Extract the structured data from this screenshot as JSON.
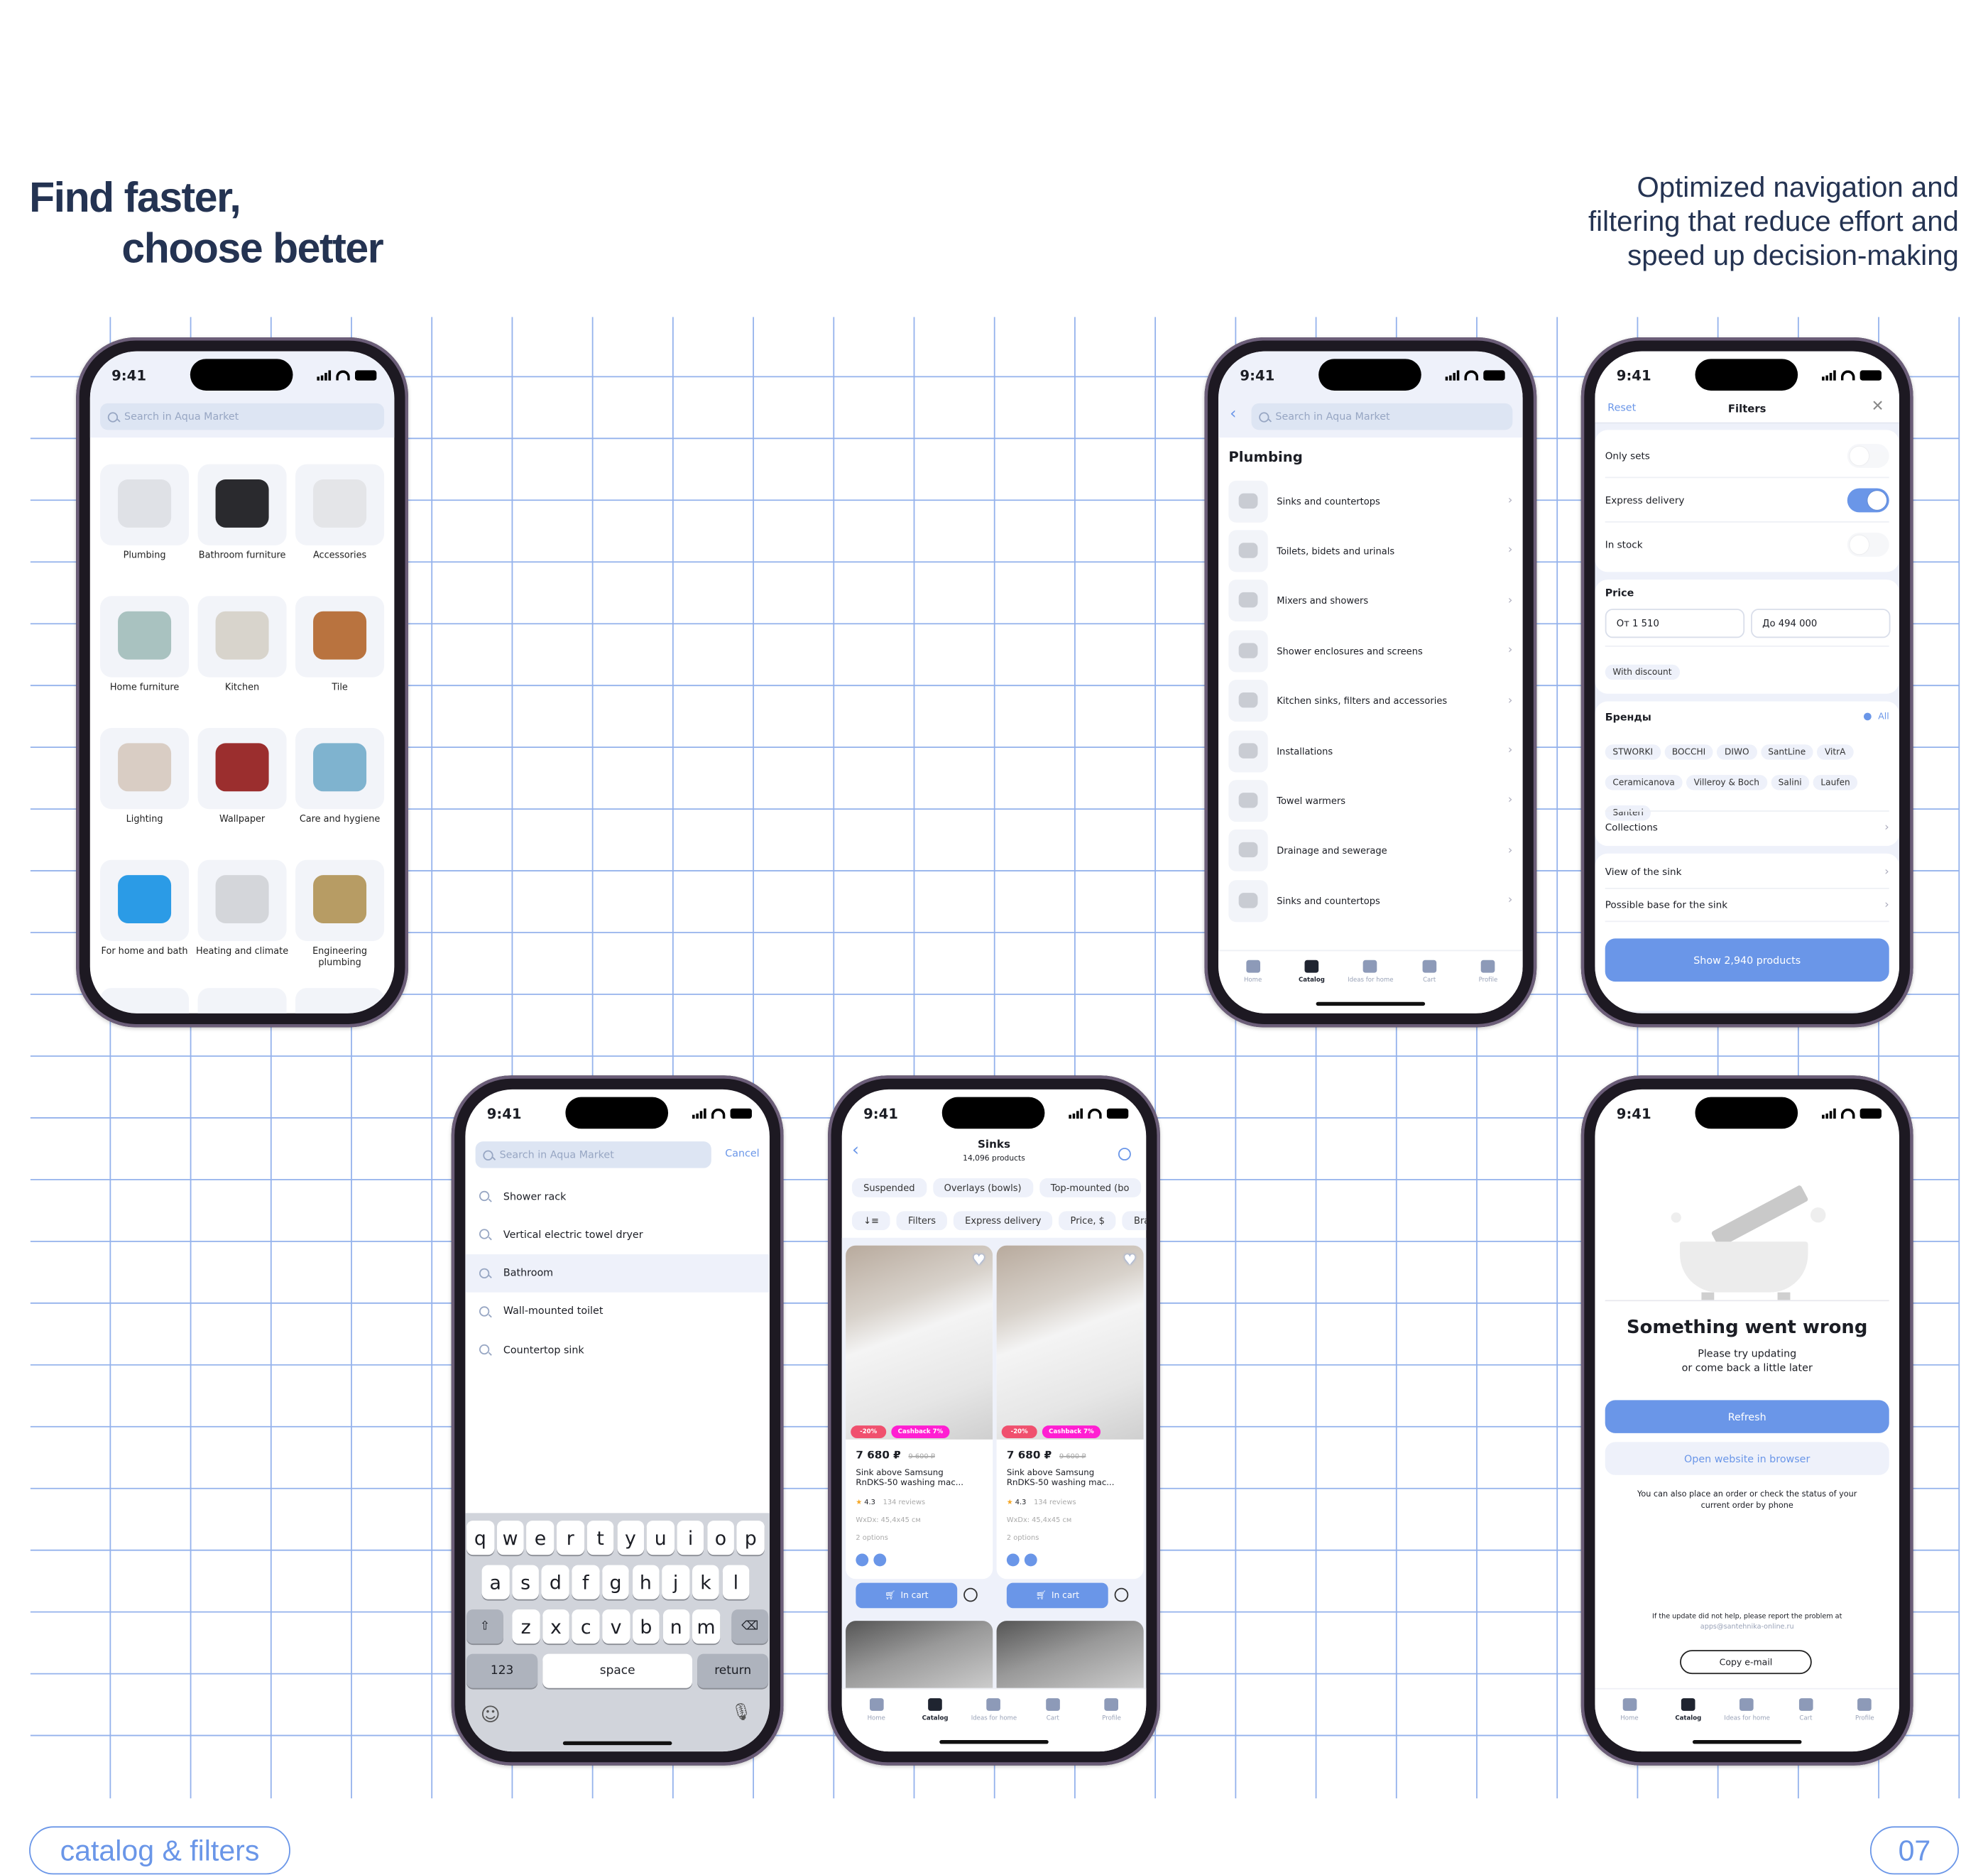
{
  "header": {
    "title_line1": "Find faster,",
    "title_line2": "choose better",
    "tagline": [
      "Optimized navigation and",
      "filtering that reduce effort and",
      "speed up decision-making"
    ]
  },
  "footer": {
    "section_label": "catalog & filters",
    "page_number": "07"
  },
  "colors": {
    "accent": "#6a96e8",
    "heading": "#243352",
    "grid": "#94b2ec",
    "discount": "#f0506e",
    "cashback": "#ff1fd2"
  },
  "status_bar": {
    "time": "9:41"
  },
  "tab_bar": {
    "items": [
      {
        "label": "Home",
        "icon": "home-icon"
      },
      {
        "label": "Catalog",
        "icon": "catalog-icon",
        "active": true
      },
      {
        "label": "Ideas for home",
        "icon": "ideas-icon"
      },
      {
        "label": "Cart",
        "icon": "cart-icon"
      },
      {
        "label": "Profile",
        "icon": "profile-icon"
      }
    ]
  },
  "catalog_screen": {
    "search_placeholder": "Search in Aqua Market",
    "categories": [
      {
        "label": "Plumbing",
        "color": "#dfe1e6"
      },
      {
        "label": "Bathroom furniture",
        "color": "#2a2a2e"
      },
      {
        "label": "Accessories",
        "color": "#e4e5e8"
      },
      {
        "label": "Home furniture",
        "color": "#a9c2c0"
      },
      {
        "label": "Kitchen",
        "color": "#d8d4cc"
      },
      {
        "label": "Tile",
        "color": "#b9733f"
      },
      {
        "label": "Lighting",
        "color": "#d9cdc4"
      },
      {
        "label": "Wallpaper",
        "color": "#9b2e2e"
      },
      {
        "label": "Care and hygiene",
        "color": "#7fb3cf"
      },
      {
        "label": "For home and bath",
        "color": "#2b9be6"
      },
      {
        "label": "Heating and climate",
        "color": "#d4d6da"
      },
      {
        "label": "Engineering plumbing",
        "color": "#b79c64"
      }
    ]
  },
  "plumbing_screen": {
    "search_placeholder": "Search in Aqua Market",
    "title": "Plumbing",
    "items": [
      "Sinks and countertops",
      "Toilets, bidets and urinals",
      "Mixers and showers",
      "Shower enclosures and screens",
      "Kitchen sinks, filters and accessories",
      "Installations",
      "Towel warmers",
      "Drainage and sewerage",
      "Sinks and countertops"
    ]
  },
  "filters_screen": {
    "reset": "Reset",
    "title": "Filters",
    "toggles": [
      {
        "label": "Only sets",
        "on": false,
        "locked": true
      },
      {
        "label": "Express delivery",
        "on": true,
        "locked": false
      },
      {
        "label": "In stock",
        "on": false,
        "locked": true
      }
    ],
    "price_label": "Price",
    "price_from": "От 1 510",
    "price_to": "До 494 000",
    "discount_chip": "With discount",
    "brands_label": "Бренды",
    "brands_all": "All",
    "brands": [
      "STWORKI",
      "BOCCHI",
      "DIWO",
      "SantLine",
      "VitrA",
      "Ceramicanova",
      "Villeroy & Boch",
      "Salini",
      "Laufen",
      "Santeri"
    ],
    "collections": "Collections",
    "view_of_sink": "View of the sink",
    "possible_base": "Possible base for the sink",
    "show_button": "Show 2,940 products"
  },
  "search_screen": {
    "search_placeholder": "Search in Aqua Market",
    "cancel": "Cancel",
    "suggestions": [
      "Shower rack",
      "Vertical electric towel dryer",
      "Bathroom",
      "Wall-mounted toilet",
      "Countertop sink"
    ],
    "highlighted": "Bathroom",
    "keyboard": {
      "row1": [
        "q",
        "w",
        "e",
        "r",
        "t",
        "y",
        "u",
        "i",
        "o",
        "p"
      ],
      "row2": [
        "a",
        "s",
        "d",
        "f",
        "g",
        "h",
        "j",
        "k",
        "l"
      ],
      "row3": [
        "z",
        "x",
        "c",
        "v",
        "b",
        "n",
        "m"
      ],
      "numbers": "123",
      "space": "space",
      "return": "return"
    }
  },
  "sinks_screen": {
    "title": "Sinks",
    "count": "14,096 products",
    "type_chips": [
      "Suspended",
      "Overlays (bowls)",
      "Top-mounted (bo"
    ],
    "filter_chips": [
      "Filters",
      "Express delivery",
      "Price, $",
      "Bran"
    ],
    "products": [
      {
        "price": "7 680 ₽",
        "old_price": "9 600 ₽",
        "title_line1": "Sink above Samsung",
        "title_line2": "RnDKS-50 washing mac...",
        "rating": "4.3",
        "reviews": "134 reviews",
        "size": "WxDx: 45,4x45 см",
        "options": "2 options",
        "discount": "-20%",
        "cashback": "Cashback 7%",
        "button": "In cart"
      },
      {
        "price": "7 680 ₽",
        "old_price": "9 600 ₽",
        "title_line1": "Sink above Samsung",
        "title_line2": "RnDKS-50 washing mac...",
        "rating": "4.3",
        "reviews": "134 reviews",
        "size": "WxDx: 45,4x45 см",
        "options": "2 options",
        "discount": "-20%",
        "cashback": "Cashback 7%",
        "button": "In cart"
      }
    ]
  },
  "error_screen": {
    "title": "Something went wrong",
    "subtitle_line1": "Please try updating",
    "subtitle_line2": "or come back a little later",
    "refresh": "Refresh",
    "open_website": "Open website in browser",
    "phone_note_line1": "You can also place an order or check the status of your",
    "phone_note_line2": "current order by phone",
    "report_line": "If the update did not help, please report the problem at",
    "email": "apps@santehnika-online.ru",
    "copy_email": "Copy e-mail"
  }
}
